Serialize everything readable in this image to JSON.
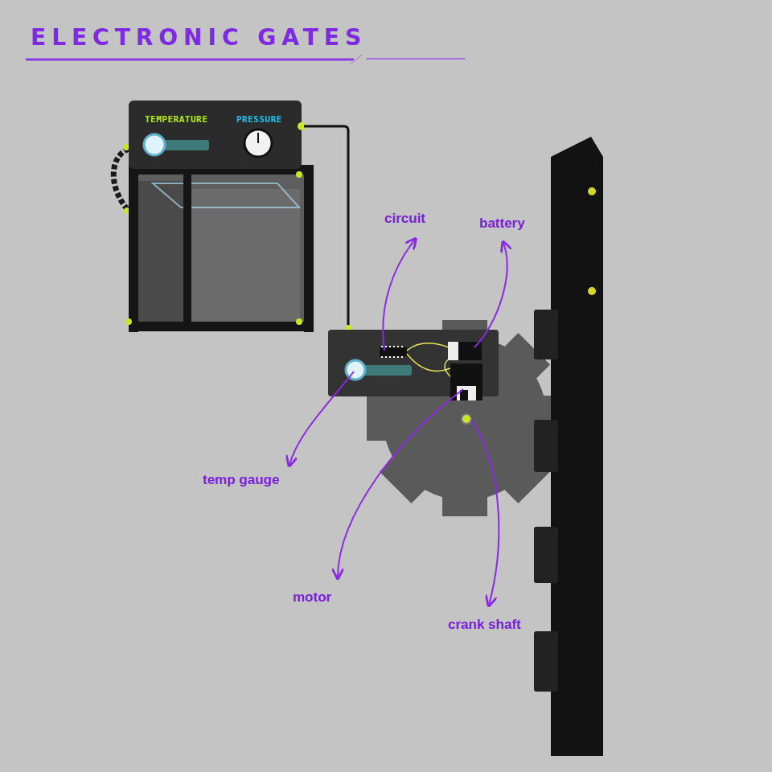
{
  "diagram": {
    "title": "ELECTRONIC GATES",
    "nodes": [
      {
        "text": [
          "TEMPERATURE",
          "PRESSURE"
        ]
      }
    ],
    "labels": [
      "circuit",
      "battery",
      "temp gauge",
      "motor",
      "crank shaft"
    ]
  }
}
